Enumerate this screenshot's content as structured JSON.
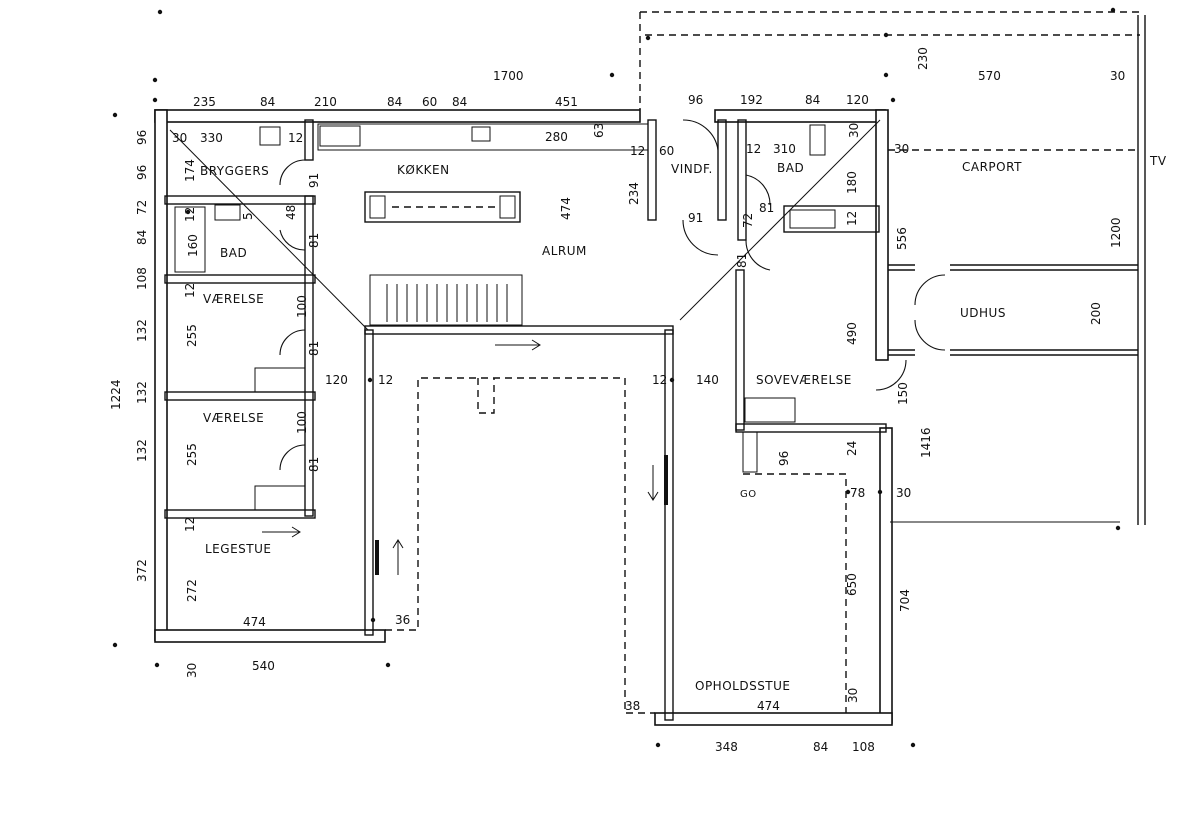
{
  "rooms": {
    "bryggers": "BRYGGERS",
    "kokken": "KØKKEN",
    "vindf": "VINDF.",
    "bad_east": "BAD",
    "carport": "CARPORT",
    "alrum": "ALRUM",
    "bad_west": "BAD",
    "vaerelse_1": "VÆRELSE",
    "udhus": "UDHUS",
    "sovevaerelse": "SOVEVÆRELSE",
    "vaerelse_2": "VÆRELSE",
    "legestue": "LEGESTUE",
    "opholdsstue": "OPHOLDSSTUE",
    "tv": "TV",
    "go": "GO"
  },
  "dimensions": {
    "top_total": "1700",
    "top_230": "230",
    "top_570": "570",
    "top_30_right": "30",
    "top_235": "235",
    "top_84_a": "84",
    "top_210": "210",
    "top_84_b": "84",
    "top_60": "60",
    "top_84_c": "84",
    "top_451": "451",
    "top_96": "96",
    "top_192": "192",
    "top_84_d": "84",
    "top_120": "120",
    "r1_30": "30",
    "r1_330": "330",
    "r1_12_a": "12",
    "r1_280": "280",
    "r1_63": "63",
    "r1_12_b": "12",
    "r1_60": "60",
    "r1_12_c": "12",
    "r1_310": "310",
    "r1_30_b": "30",
    "r1_30_c": "30",
    "l_96": "96",
    "l_174": "174",
    "l_96_b": "96",
    "l_72": "72",
    "l_84": "84",
    "l_108": "108",
    "l_132_a": "132",
    "l_132_b": "132",
    "l_132_c": "132",
    "l_1224": "1224",
    "l_372": "372",
    "v_12_a": "12",
    "v_5": "5",
    "v_160": "160",
    "v_91": "91",
    "v_48": "48",
    "v_81_a": "81",
    "v_100_a": "100",
    "v_81_b": "81",
    "v_255_a": "255",
    "v_12_b": "12",
    "v_120": "120",
    "v_12_c": "12",
    "v_100_b": "100",
    "v_255_b": "255",
    "v_81_c": "81",
    "v_12_d": "12",
    "v_272": "272",
    "v_474_bottom": "474",
    "v_36": "36",
    "v_30_b": "30",
    "v_540": "540",
    "k_474": "474",
    "k_234": "234",
    "k_91": "91",
    "k_72": "72",
    "k_81_a": "81",
    "k_81_b": "81",
    "k_180": "180",
    "k_12": "12",
    "k_556": "556",
    "k_1200": "1200",
    "k_200": "200",
    "k_490": "490",
    "k_12_b": "12",
    "k_140": "140",
    "k_150": "150",
    "k_96": "96",
    "k_24": "24",
    "k_1416": "1416",
    "k_78": "78",
    "k_30": "30",
    "k_650": "650",
    "k_704": "704",
    "k_30_b": "30",
    "k_474_b": "474",
    "k_38": "38",
    "b_348": "348",
    "b_84": "84",
    "b_108": "108"
  }
}
